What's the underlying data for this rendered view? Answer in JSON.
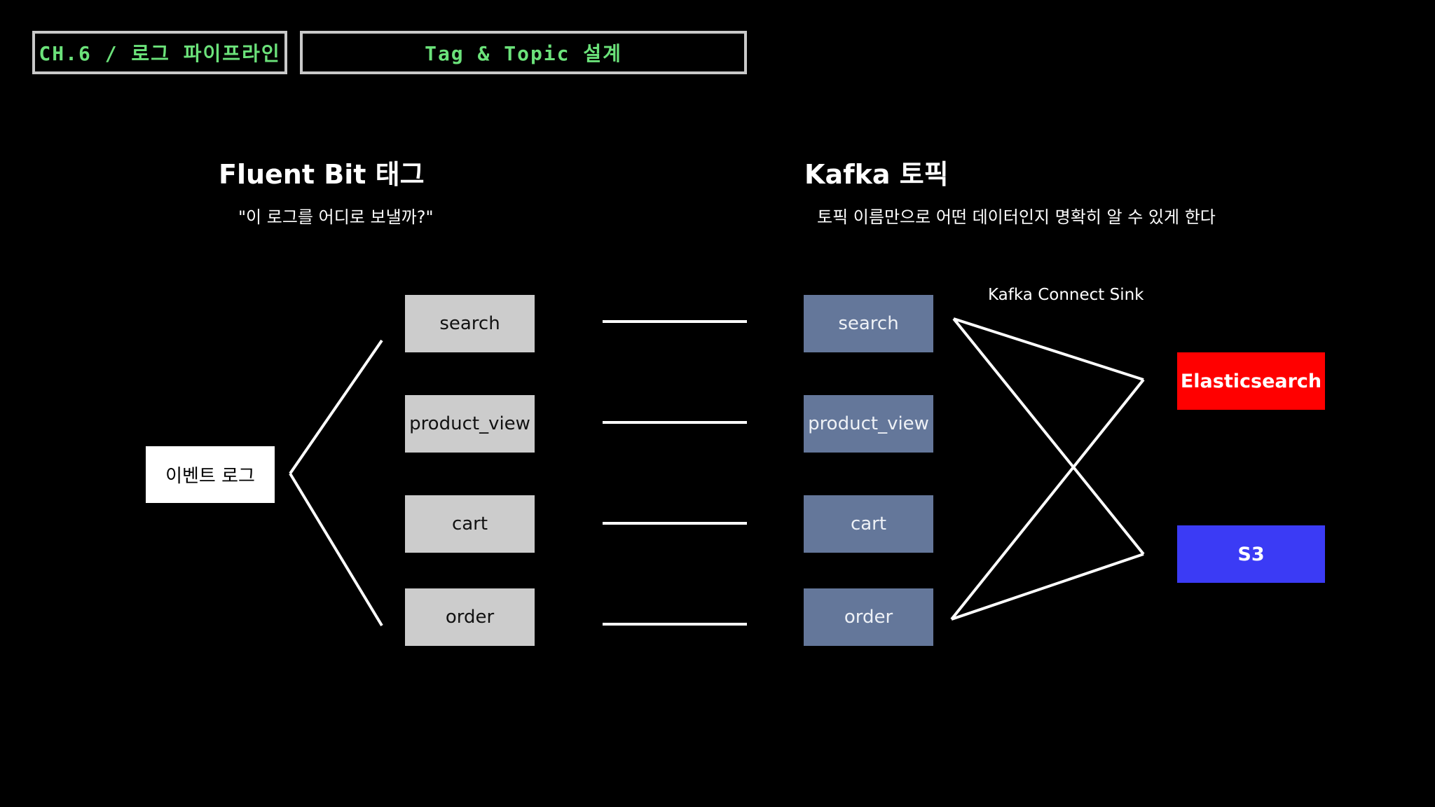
{
  "header": {
    "chapter": "CH.6 / 로그 파이프라인",
    "topic": "Tag & Topic 설계"
  },
  "left": {
    "heading": "Fluent Bit 태그",
    "subtitle": "\"이 로그를 어디로 보낼까?\"",
    "source": "이벤트 로그",
    "tags": [
      "search",
      "product_view",
      "cart",
      "order"
    ]
  },
  "right": {
    "heading": "Kafka 토픽",
    "subtitle": "토픽 이름만으로 어떤 데이터인지 명확히 알 수 있게 한다",
    "topics": [
      "search",
      "product_view",
      "cart",
      "order"
    ],
    "connect_label": "Kafka Connect Sink",
    "sinks": [
      "Elasticsearch",
      "S3"
    ]
  },
  "colors": {
    "background": "#000000",
    "badge_text": "#6be27a",
    "badge_border": "#c9c9c9",
    "tag_box": "#cccccc",
    "topic_box": "#64779a",
    "elasticsearch": "#ff0000",
    "s3": "#3b3bf5",
    "line": "#ffffff"
  }
}
